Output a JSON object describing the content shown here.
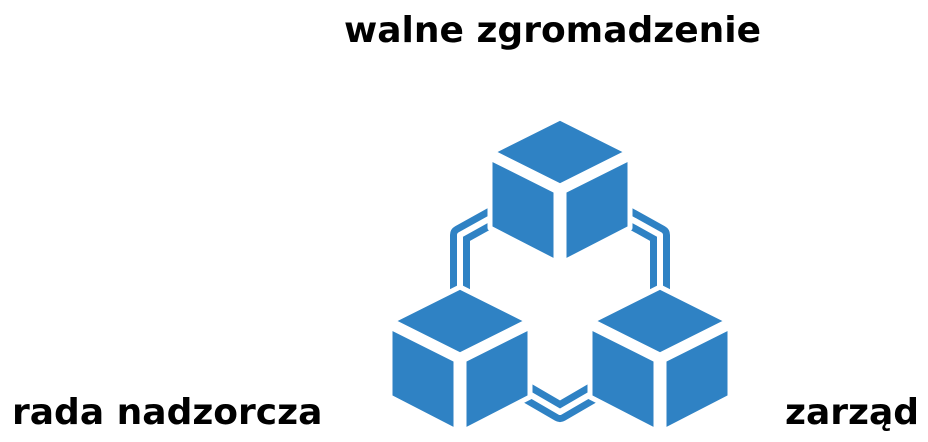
{
  "labels": {
    "top": "walne zgromadzenie",
    "left": "rada nadzorcza",
    "right": "zarząd"
  },
  "icon": {
    "name": "connected-cubes-icon",
    "color": "#2f82c4"
  }
}
